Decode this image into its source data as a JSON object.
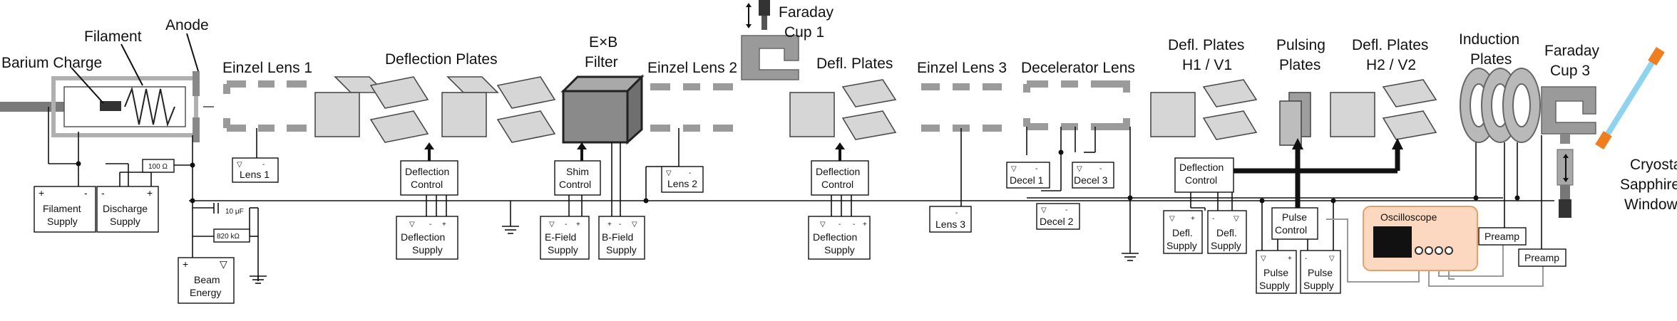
{
  "components": {
    "barium_charge": "Barium Charge",
    "filament": "Filament",
    "anode": "Anode",
    "einzel1": "Einzel Lens 1",
    "deflection_plates": "Deflection Plates",
    "exb_line1": "E×B",
    "exb_line2": "Filter",
    "einzel2": "Einzel Lens 2",
    "faraday1_line1": "Faraday",
    "faraday1_line2": "Cup 1",
    "defl_plates": "Defl. Plates",
    "einzel3": "Einzel Lens 3",
    "decelerator": "Decelerator Lens",
    "defl_h1v1_line1": "Defl. Plates",
    "defl_h1v1_line2": "H1 / V1",
    "pulsing_line1": "Pulsing",
    "pulsing_line2": "Plates",
    "defl_h2v2_line1": "Defl. Plates",
    "defl_h2v2_line2": "H2 / V2",
    "induction_line1": "Induction",
    "induction_line2": "Plates",
    "faraday3_line1": "Faraday",
    "faraday3_line2": "Cup 3",
    "cryostat_line1": "Cryostat/",
    "cryostat_line2": "Sapphire",
    "cryostat_line3": "Window"
  },
  "boxes": {
    "filament_supply": [
      "Filament",
      "Supply"
    ],
    "discharge_supply": [
      "Discharge",
      "Supply"
    ],
    "beam_energy": [
      "Beam",
      "Energy"
    ],
    "lens1": "Lens 1",
    "deflection_control": [
      "Deflection",
      "Control"
    ],
    "deflection_supply": [
      "Deflection",
      "Supply"
    ],
    "shim_control": [
      "Shim",
      "Control"
    ],
    "efield_supply": [
      "E-Field",
      "Supply"
    ],
    "bfield_supply": [
      "B-Field",
      "Supply"
    ],
    "lens2": "Lens 2",
    "deflection_control_2": [
      "Deflection",
      "Control"
    ],
    "deflection_supply_2": [
      "Deflection",
      "Supply"
    ],
    "lens3": "Lens 3",
    "decel1": "Decel 1",
    "decel2": "Decel 2",
    "decel3": "Decel 3",
    "deflection_control_3": [
      "Deflection",
      "Control"
    ],
    "defl_supply_a": [
      "Defl.",
      "Supply"
    ],
    "defl_supply_b": [
      "Defl.",
      "Supply"
    ],
    "pulse_control": [
      "Pulse",
      "Control"
    ],
    "pulse_supply_a": [
      "Pulse",
      "Supply"
    ],
    "pulse_supply_b": [
      "Pulse",
      "Supply"
    ],
    "oscilloscope": "Oscilloscope",
    "preamp1": "Preamp",
    "preamp2": "Preamp"
  },
  "values": {
    "resistor_100": "100 Ω",
    "cap_10uF": "10 μF",
    "resistor_820k": "820 kΩ"
  },
  "symbols": {
    "plus": "+",
    "minus": "-",
    "ground_tri": "▽"
  },
  "colors": {
    "plate_fill": "#d6d6d6",
    "lens_gray": "#9a9a9a",
    "exb_fill": "#8a8a8a",
    "oscilloscope_fill": "#fbd8bf",
    "oscilloscope_border": "#e4a06a",
    "cryostat_orange": "#f07e1e",
    "cryostat_blue": "#8fd3ef"
  }
}
